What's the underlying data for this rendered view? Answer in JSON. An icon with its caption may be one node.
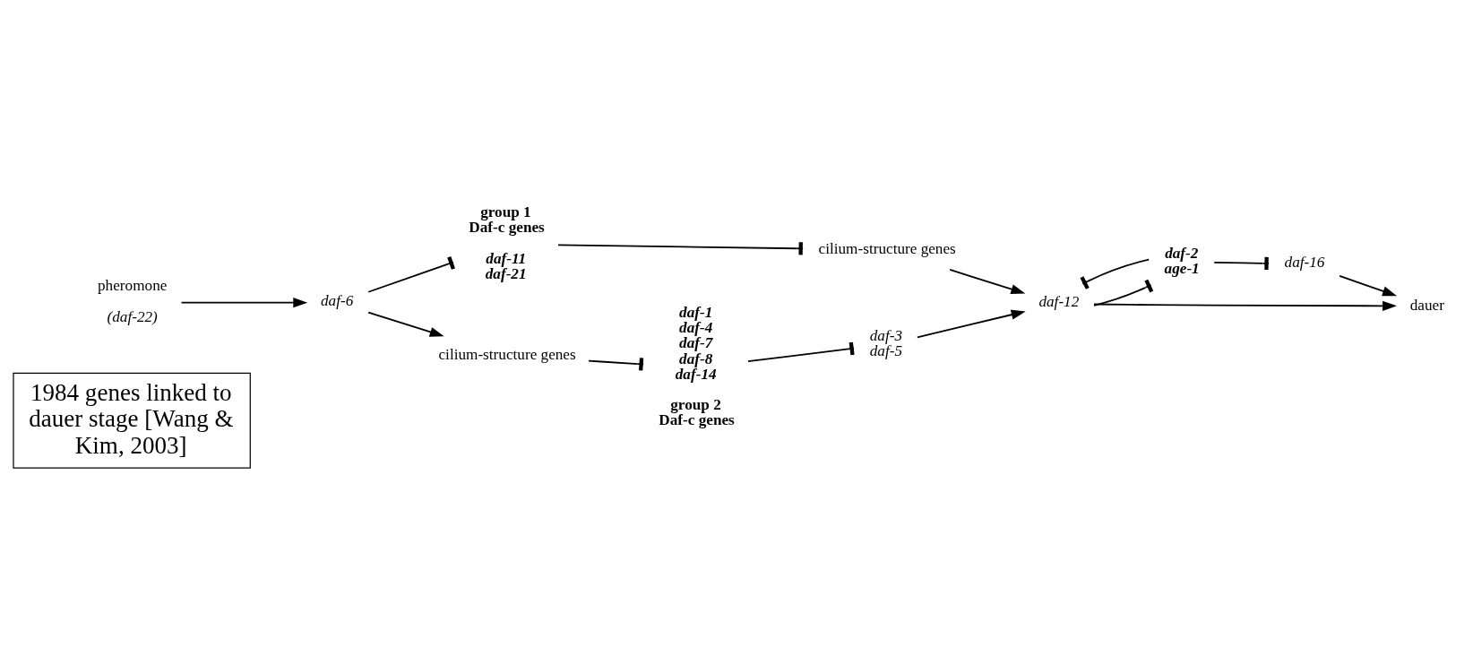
{
  "diagram": {
    "nodes": [
      {
        "text": [
          "1984 genes linked to dauer stage [Wang & Kim, 2003]"
        ]
      },
      {
        "text": [
          "pheromone",
          "(daf-22)"
        ]
      },
      {
        "text": [
          "daf-6"
        ]
      },
      {
        "text": [
          "group 1 Daf-c genes",
          "daf-11 daf-21"
        ]
      },
      {
        "text": [
          "cilium-structure genes"
        ]
      },
      {
        "text": [
          "cilium-structure genes"
        ]
      },
      {
        "text": [
          "daf-1 daf-4 daf-7 daf-8 daf-14",
          "group 2 Daf-c genes"
        ]
      },
      {
        "text": [
          "daf-3 daf-5"
        ]
      },
      {
        "text": [
          "daf-12"
        ]
      },
      {
        "text": [
          "daf-2 age-1"
        ]
      },
      {
        "text": [
          "daf-16"
        ]
      },
      {
        "text": [
          "dauer"
        ]
      }
    ],
    "edges": [
      {
        "from": 1,
        "to": 2,
        "arrow": "to"
      },
      {
        "from": 2,
        "to": 3,
        "arrow": "other"
      },
      {
        "from": 3,
        "to": 4,
        "arrow": "other"
      },
      {
        "from": 4,
        "to": 8,
        "arrow": "to"
      },
      {
        "from": 2,
        "to": 5,
        "arrow": "to"
      },
      {
        "from": 5,
        "to": 6,
        "arrow": "other"
      },
      {
        "from": 6,
        "to": 7,
        "arrow": "other"
      },
      {
        "from": 7,
        "to": 8,
        "arrow": "to"
      },
      {
        "from": 8,
        "to": 11,
        "arrow": "to"
      },
      {
        "from": 8,
        "to": 9,
        "arrow": "other"
      },
      {
        "from": 9,
        "to": 8,
        "arrow": "other"
      },
      {
        "from": 9,
        "to": 10,
        "arrow": "other"
      },
      {
        "from": 10,
        "to": 11,
        "arrow": "to"
      }
    ]
  }
}
